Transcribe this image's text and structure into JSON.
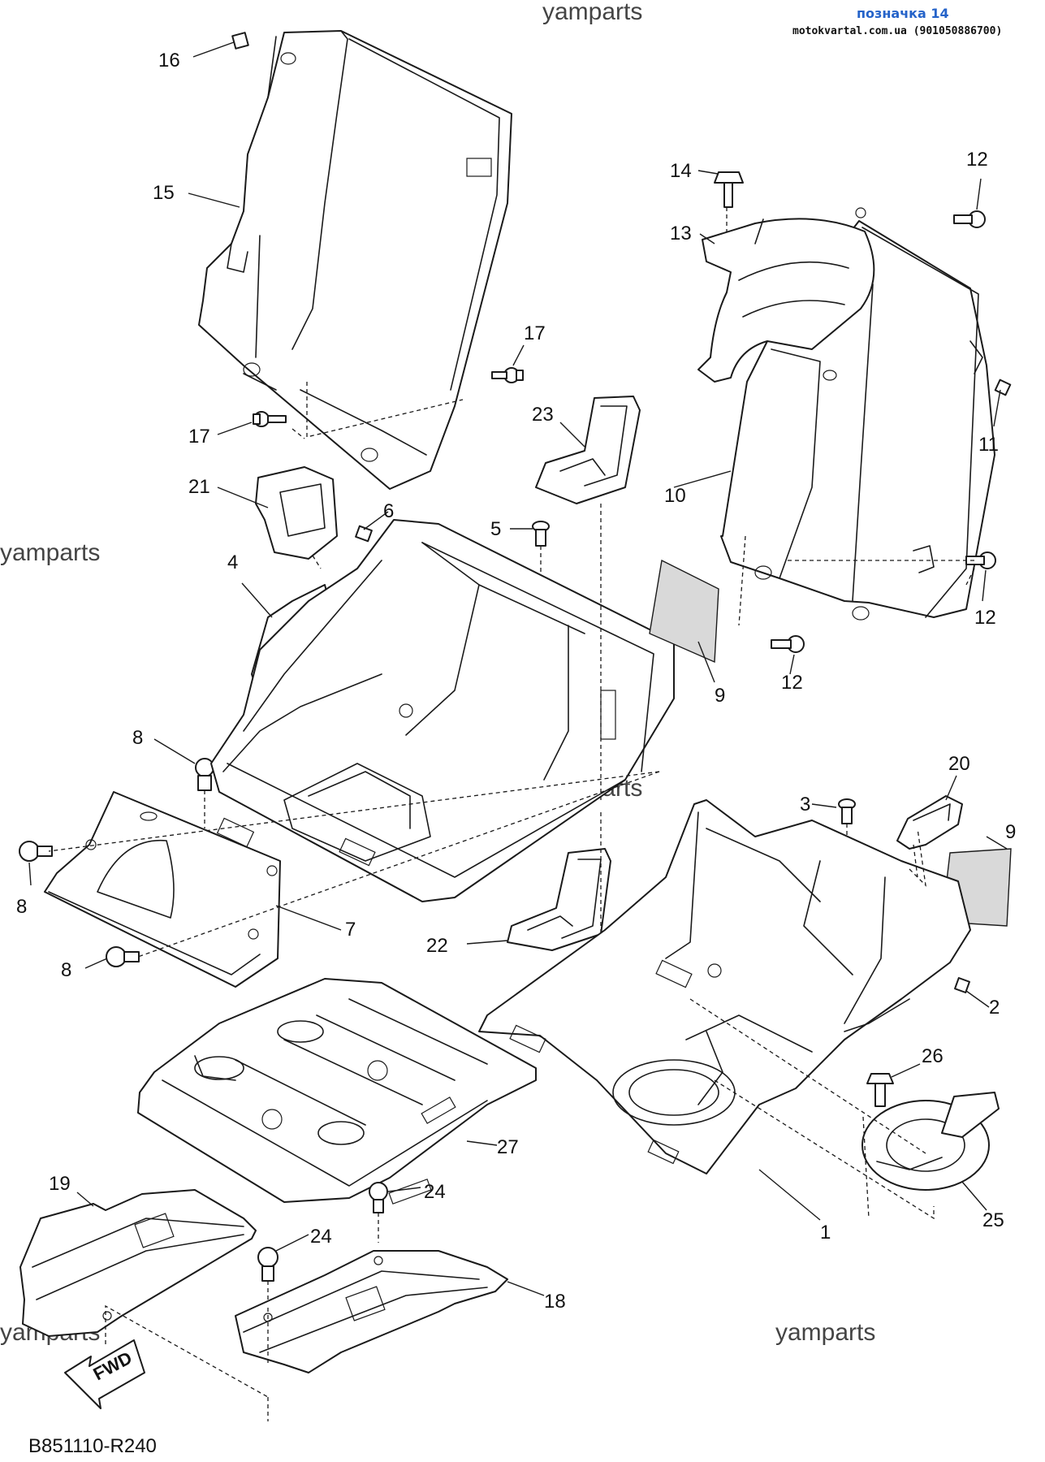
{
  "header": {
    "label": "позначка 14",
    "site": "motokvartal.com.ua (901050886700)"
  },
  "watermark": "yamparts",
  "diagram_code": "B851110-R240",
  "direction_label": "FWD",
  "callouts": {
    "c1": "1",
    "c2": "2",
    "c3": "3",
    "c4": "4",
    "c5": "5",
    "c6": "6",
    "c7": "7",
    "c8a": "8",
    "c8b": "8",
    "c8c": "8",
    "c9a": "9",
    "c9b": "9",
    "c10": "10",
    "c11": "11",
    "c12a": "12",
    "c12b": "12",
    "c12c": "12",
    "c13": "13",
    "c14": "14",
    "c15": "15",
    "c16": "16",
    "c17a": "17",
    "c17b": "17",
    "c18": "18",
    "c19": "19",
    "c20": "20",
    "c21": "21",
    "c22": "22",
    "c23": "23",
    "c24a": "24",
    "c24b": "24",
    "c25": "25",
    "c26": "26",
    "c27": "27"
  },
  "colors": {
    "line": "#1a1a1a",
    "header_accent": "#2563c9"
  }
}
